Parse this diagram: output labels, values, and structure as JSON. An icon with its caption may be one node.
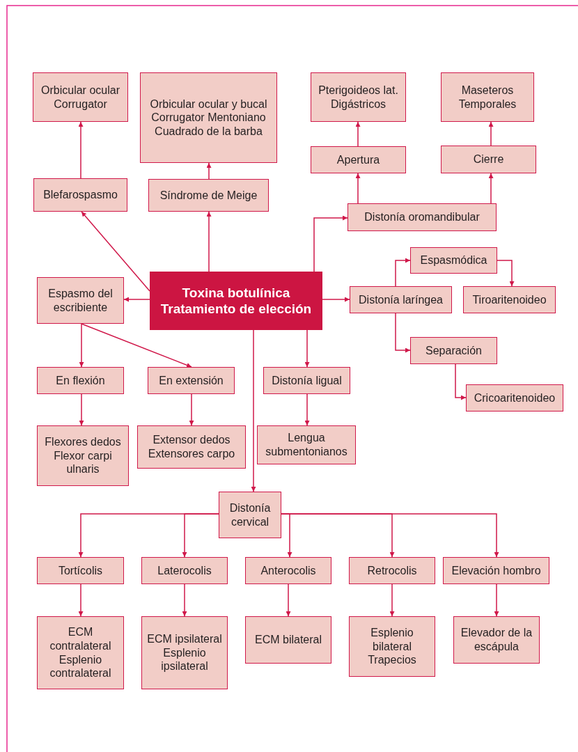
{
  "diagram": {
    "nodes": [
      {
        "text": [
          "Toxina botulínica",
          "Tratamiento de elección"
        ]
      },
      {
        "text": [
          "Blefarospasmo"
        ]
      },
      {
        "text": [
          "Orbicular ocular Corrugator"
        ]
      },
      {
        "text": [
          "Síndrome de Meige"
        ]
      },
      {
        "text": [
          "Orbicular ocular y bucal Corrugator Mentoniano Cuadrado de la barba"
        ]
      },
      {
        "text": [
          "Distonía oromandibular"
        ]
      },
      {
        "text": [
          "Apertura"
        ]
      },
      {
        "text": [
          "Pterigoideos lat. Digástricos"
        ]
      },
      {
        "text": [
          "Cierre"
        ]
      },
      {
        "text": [
          "Maseteros Temporales"
        ]
      },
      {
        "text": [
          "Espasmo del escribiente"
        ]
      },
      {
        "text": [
          "En flexión"
        ]
      },
      {
        "text": [
          "En extensión"
        ]
      },
      {
        "text": [
          "Flexores dedos Flexor carpi ulnaris"
        ]
      },
      {
        "text": [
          "Extensor dedos Extensores carpo"
        ]
      },
      {
        "text": [
          "Distonía ligual"
        ]
      },
      {
        "text": [
          "Lengua submentonianos"
        ]
      },
      {
        "text": [
          "Distonía laríngea"
        ]
      },
      {
        "text": [
          "Espasmódica"
        ]
      },
      {
        "text": [
          "Tiroaritenoideo"
        ]
      },
      {
        "text": [
          "Separación"
        ]
      },
      {
        "text": [
          "Cricoaritenoideo"
        ]
      },
      {
        "text": [
          "Distonía cervical"
        ]
      },
      {
        "text": [
          "Tortícolis"
        ]
      },
      {
        "text": [
          "Laterocolis"
        ]
      },
      {
        "text": [
          "Anterocolis"
        ]
      },
      {
        "text": [
          "Retrocolis"
        ]
      },
      {
        "text": [
          "Elevación hombro"
        ]
      },
      {
        "text": [
          "ECM contralateral Esplenio contralateral"
        ]
      },
      {
        "text": [
          "ECM ipsilateral Esplenio ipsilateral"
        ]
      },
      {
        "text": [
          "ECM bilateral"
        ]
      },
      {
        "text": [
          "Esplenio bilateral Trapecios"
        ]
      },
      {
        "text": [
          "Elevador de la escápula"
        ]
      }
    ],
    "edges": [
      {
        "from": 0,
        "to": 1,
        "arrow": "to"
      },
      {
        "from": 1,
        "to": 2,
        "arrow": "to"
      },
      {
        "from": 0,
        "to": 3,
        "arrow": "to"
      },
      {
        "from": 3,
        "to": 4,
        "arrow": "to"
      },
      {
        "from": 0,
        "to": 5,
        "arrow": "to"
      },
      {
        "from": 5,
        "to": 6,
        "arrow": "to"
      },
      {
        "from": 5,
        "to": 8,
        "arrow": "to"
      },
      {
        "from": 6,
        "to": 7,
        "arrow": "to"
      },
      {
        "from": 8,
        "to": 9,
        "arrow": "to"
      },
      {
        "from": 0,
        "to": 10,
        "arrow": "to"
      },
      {
        "from": 0,
        "to": 17,
        "arrow": "to"
      },
      {
        "from": 17,
        "to": 18,
        "arrow": "to"
      },
      {
        "from": 18,
        "to": 19,
        "arrow": "to"
      },
      {
        "from": 17,
        "to": 20,
        "arrow": "to"
      },
      {
        "from": 20,
        "to": 21,
        "arrow": "to"
      },
      {
        "from": 10,
        "to": 11,
        "arrow": "to"
      },
      {
        "from": 10,
        "to": 12,
        "arrow": "to"
      },
      {
        "from": 11,
        "to": 13,
        "arrow": "to"
      },
      {
        "from": 12,
        "to": 14,
        "arrow": "to"
      },
      {
        "from": 0,
        "to": 15,
        "arrow": "to"
      },
      {
        "from": 15,
        "to": 16,
        "arrow": "to"
      },
      {
        "from": 0,
        "to": 22,
        "arrow": "to"
      },
      {
        "from": 22,
        "to": 23,
        "arrow": "to"
      },
      {
        "from": 22,
        "to": 24,
        "arrow": "to"
      },
      {
        "from": 22,
        "to": 25,
        "arrow": "to"
      },
      {
        "from": 22,
        "to": 26,
        "arrow": "to"
      },
      {
        "from": 22,
        "to": 27,
        "arrow": "to"
      },
      {
        "from": 23,
        "to": 28,
        "arrow": "to"
      },
      {
        "from": 24,
        "to": 29,
        "arrow": "to"
      },
      {
        "from": 25,
        "to": 30,
        "arrow": "to"
      },
      {
        "from": 26,
        "to": 31,
        "arrow": "to"
      },
      {
        "from": 27,
        "to": 32,
        "arrow": "to"
      }
    ]
  }
}
